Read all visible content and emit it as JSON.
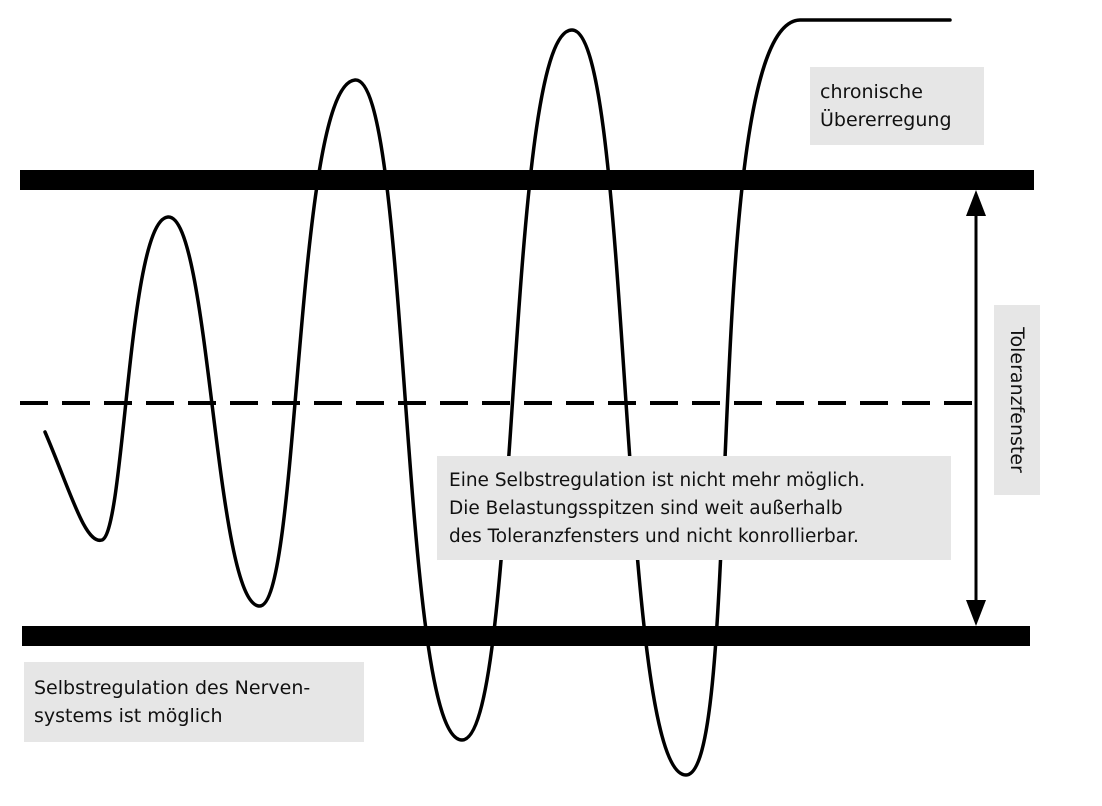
{
  "labels": {
    "chronic": [
      "chronische",
      "Übererregung"
    ],
    "tolerance_window": "Toleranzfenster",
    "selfreg_impossible": [
      "Eine Selbstregulation ist nicht mehr möglich.",
      "Die Belastungsspitzen sind weit außerhalb",
      "des Toleranzfensters und nicht konrollierbar."
    ],
    "selfreg_possible": [
      "Selbstregulation des Nerven-",
      "systems ist möglich"
    ]
  },
  "colors": {
    "line": "#000000",
    "label_background": "#e6e6e6",
    "text": "#111111"
  }
}
